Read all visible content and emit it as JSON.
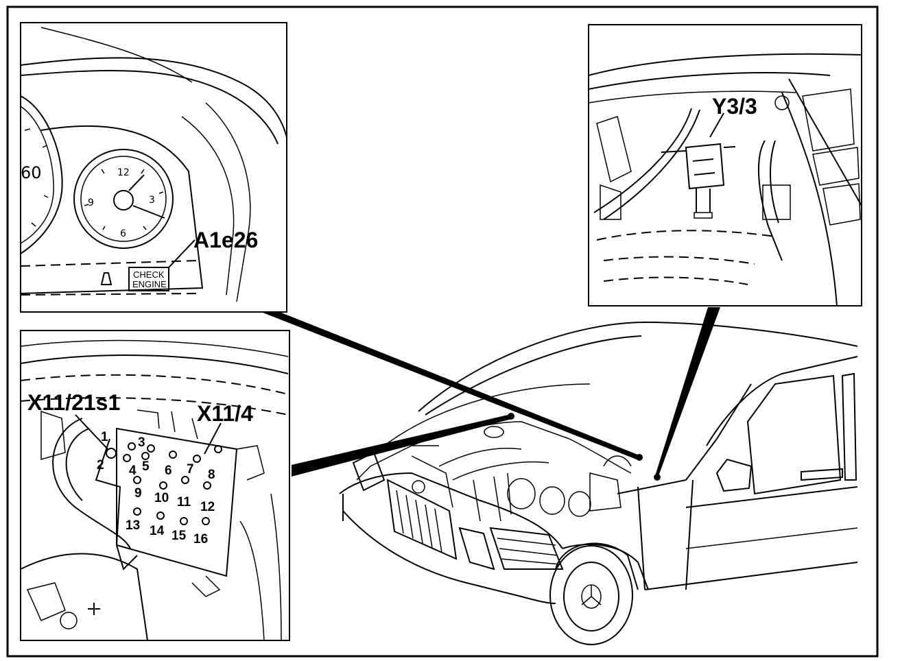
{
  "labels": {
    "instrument_callout": "A1e26",
    "valve_callout": "Y3/3",
    "socket_callout": "X11/21s1",
    "connector_callout": "X11/4"
  },
  "clock_numerals": [
    "12",
    "3",
    "6",
    "9"
  ],
  "speedo_numeral": "60",
  "warning_lamp": [
    "CHECK",
    "ENGINE"
  ],
  "connector_pins": [
    "1",
    "2",
    "3",
    "4",
    "5",
    "6",
    "7",
    "8",
    "9",
    "10",
    "11",
    "12",
    "13",
    "14",
    "15",
    "16"
  ],
  "colors": {
    "ink": "#000000",
    "paper": "#ffffff"
  }
}
